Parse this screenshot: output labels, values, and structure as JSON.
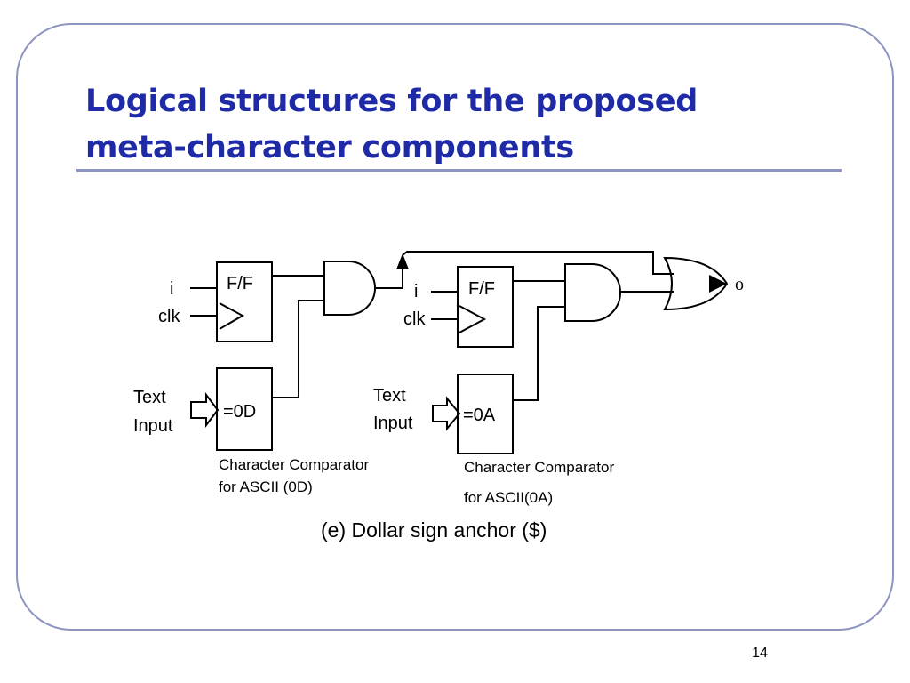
{
  "slide": {
    "title_line1": "Logical structures for the proposed",
    "title_line2": "meta-character components",
    "page_number": "14",
    "colors": {
      "title": "#1F2BA6",
      "frame": "#8E94C2"
    }
  },
  "diagram": {
    "caption": "(e) Dollar sign anchor ($)",
    "left_stage": {
      "ff_label": "F/F",
      "input_i": "i",
      "input_clk": "clk",
      "text_input_line1": "Text",
      "text_input_line2": "Input",
      "comparator_label": "=0D",
      "comparator_desc_line1": "Character Comparator",
      "comparator_desc_line2": "for ASCII (0D)"
    },
    "right_stage": {
      "ff_label": "F/F",
      "input_i": "i",
      "input_clk": "clk",
      "text_input_line1": "Text",
      "text_input_line2": "Input",
      "comparator_label": "=0A",
      "comparator_desc_line1": "Character Comparator",
      "comparator_desc_line2": "for ASCII(0A)"
    },
    "output_label": "o"
  }
}
